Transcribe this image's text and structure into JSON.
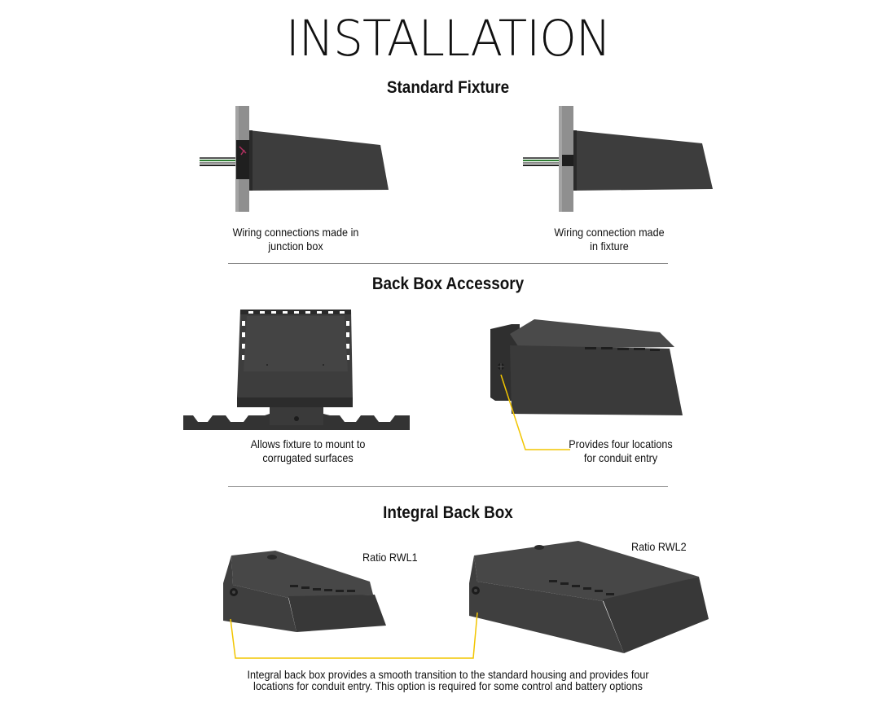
{
  "page": {
    "title": "INSTALLATION"
  },
  "sections": {
    "standard": {
      "title": "Standard Fixture",
      "left_caption": [
        "Wiring connections made in",
        "junction box"
      ],
      "right_caption": [
        "Wiring connection made",
        "in fixture"
      ]
    },
    "backbox": {
      "title": "Back Box Accessory",
      "left_caption": [
        "Allows fixture to mount to",
        "corrugated surfaces"
      ],
      "right_caption": [
        "Provides four locations",
        "for conduit entry"
      ]
    },
    "integral": {
      "title": "Integral Back Box",
      "label_rwl1": "Ratio RWL1",
      "label_rwl2": "Ratio RWL2",
      "caption": [
        "Integral back box provides a smooth transition to the standard housing and provides four",
        "locations for conduit entry. This option is required for some control and battery options"
      ]
    }
  },
  "colors": {
    "fixture": "#3d3d3d",
    "wall": "#8f8f8f",
    "leader": "#f2c500"
  }
}
